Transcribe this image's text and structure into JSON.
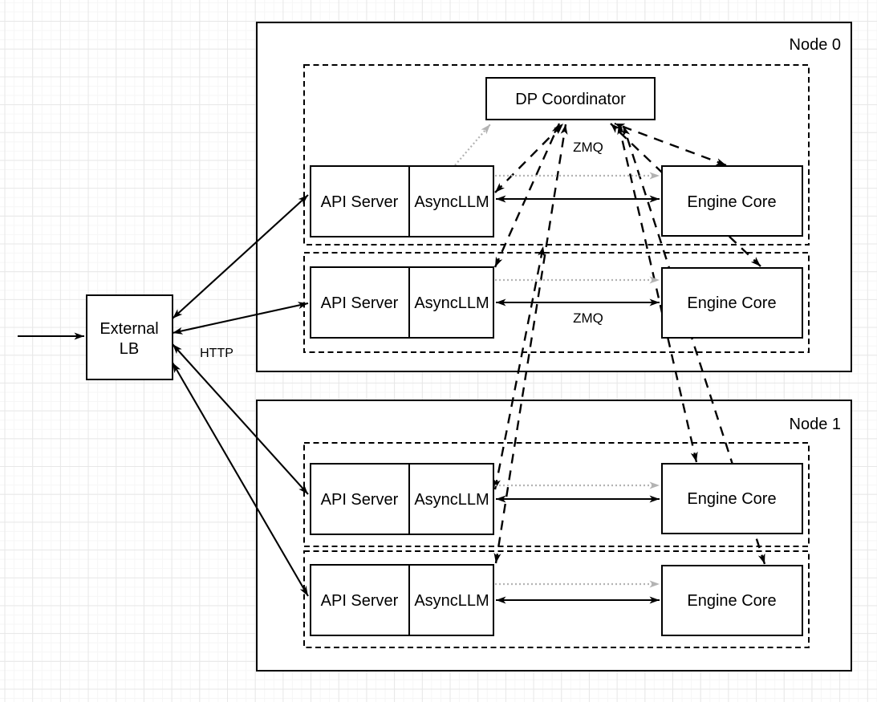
{
  "diagram_type": "architecture-diagram",
  "external_lb": {
    "line1": "External",
    "line2": "LB"
  },
  "nodes": {
    "node0": "Node 0",
    "node1": "Node 1"
  },
  "components": {
    "dp_coordinator": "DP Coordinator",
    "api_server": "API Server",
    "async_llm": "AsyncLLM",
    "engine_core": "Engine Core"
  },
  "edge_labels": {
    "http": "HTTP",
    "zmq_coordinator": "ZMQ",
    "zmq_engine": "ZMQ"
  },
  "colors": {
    "line": "#000000",
    "gray_link": "#b3b3b3",
    "box_fill": "#ffffff",
    "grid_major": "#e7e7e7",
    "grid_minor": "#f6f6f6"
  },
  "connections": [
    {
      "from": "client",
      "to": "external-lb",
      "style": "solid-arrow"
    },
    {
      "from": "external-lb",
      "to": "api-server-x4",
      "style": "solid-double-arrow",
      "label": "HTTP"
    },
    {
      "from": "async-llm",
      "to": "engine-core",
      "style": "solid-double-arrow",
      "label": "ZMQ"
    },
    {
      "from": "async-llm",
      "to": "engine-core",
      "style": "gray-dotted-arrow"
    },
    {
      "from": "async-llm-x4",
      "to": "dp-coordinator",
      "style": "dashed-double-arrow",
      "label": "ZMQ"
    },
    {
      "from": "dp-coordinator",
      "to": "engine-core-x4",
      "style": "dashed-double-arrow"
    },
    {
      "from": "async-llm-node0-row1",
      "to": "dp-coordinator",
      "style": "gray-dotted-arrow"
    }
  ]
}
